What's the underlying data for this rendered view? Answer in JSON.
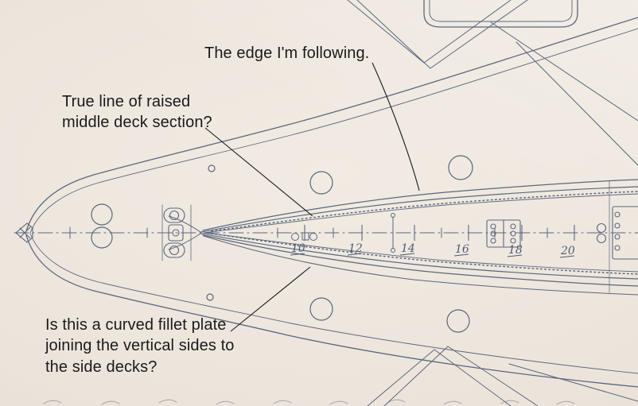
{
  "scene": {
    "description": "Photographed ship deck plan with typed question annotations",
    "colors": {
      "paper": "#f1ebe3",
      "paper-edge": "#e2d9cf",
      "ink": "#4e5c74",
      "note": "#1a1a1a"
    }
  },
  "annotations": {
    "edge_note": {
      "text": "The edge I'm following."
    },
    "raised_deck_note": {
      "line1": "True line of raised",
      "line2": "middle deck section?"
    },
    "fillet_note": {
      "line1": "Is this a curved fillet plate",
      "line2": "joining the vertical sides to",
      "line3": "the side decks?"
    }
  },
  "plan": {
    "stations": [
      "10",
      "12",
      "14",
      "16",
      "18",
      "20"
    ]
  }
}
